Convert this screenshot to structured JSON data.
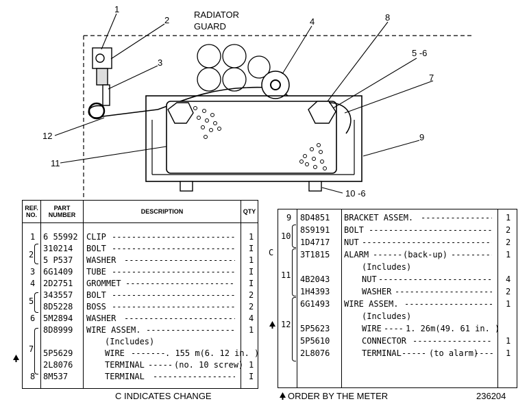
{
  "diagram": {
    "title_line1": "RADIATOR",
    "title_line2": "GUARD",
    "callouts": [
      "1",
      "2",
      "3",
      "4",
      "8",
      "5 -6",
      "7",
      "9",
      "12",
      "11",
      "10 -6"
    ]
  },
  "left_table": {
    "headers": {
      "ref_no": [
        "REF.",
        "NO."
      ],
      "part_number": [
        "PART",
        "NUMBER"
      ],
      "description": "DESCRIPTION",
      "qty": "QTY"
    },
    "rows": [
      {
        "ref": "1",
        "part": "6 55992",
        "desc": "CLIP",
        "qty": "1"
      },
      {
        "ref": "",
        "part": "310214",
        "desc": "BOLT",
        "qty": "I"
      },
      {
        "ref": "2",
        "part": "5 P537",
        "desc": "WASHER",
        "qty": "1"
      },
      {
        "ref": "3",
        "part": "6G1409",
        "desc": "TUBE",
        "qty": "I"
      },
      {
        "ref": "4",
        "part": "2D2751",
        "desc": "GROMMET",
        "qty": "I"
      },
      {
        "ref": "",
        "part": "343557",
        "desc": "BOLT",
        "qty": "2"
      },
      {
        "ref": "5",
        "part": "8D5228",
        "desc": "BOSS",
        "qty": "2"
      },
      {
        "ref": "6",
        "part": "5M2894",
        "desc": "WASHER",
        "qty": "4"
      },
      {
        "ref": "",
        "part": "8D8999",
        "desc": "WIRE ASSEM.",
        "qty": "1"
      },
      {
        "ref": "",
        "part": "",
        "desc": "(Includes)",
        "qty": ""
      },
      {
        "ref": "7",
        "part": "5P5629",
        "desc": "WIRE",
        "desc2": ". 155 m(6. 12 in. )",
        "qty": ""
      },
      {
        "ref": "",
        "part": "2L8076",
        "desc": "TERMINAL",
        "desc2": "(no. 10 screw)",
        "qty": "1"
      },
      {
        "ref": "8",
        "part": "8M537",
        "desc": "TERMINAL",
        "qty": "I"
      }
    ]
  },
  "right_table": {
    "rows": [
      {
        "ref": "9",
        "part": "8D4851",
        "desc": "BRACKET ASSEM.",
        "qty": "1"
      },
      {
        "ref": "",
        "part": "8S9191",
        "desc": "BOLT",
        "qty": "2"
      },
      {
        "ref": "10",
        "part": "1D4717",
        "desc": "NUT",
        "qty": "2"
      },
      {
        "ref": "",
        "part": "3T1815",
        "desc": "ALARM",
        "desc2": "(back-up)",
        "qty": "1"
      },
      {
        "ref": "",
        "part": "",
        "desc": "(Includes)",
        "qty": ""
      },
      {
        "ref": "11",
        "part": "4B2043",
        "desc": "NUT",
        "qty": "4"
      },
      {
        "ref": "",
        "part": "1H4393",
        "desc": "WASHER",
        "qty": "2"
      },
      {
        "ref": "",
        "part": "6G1493",
        "desc": "WIRE ASSEM.",
        "qty": "1"
      },
      {
        "ref": "",
        "part": "",
        "desc": "(Includes)",
        "qty": ""
      },
      {
        "ref": "12",
        "part": "5P5623",
        "desc": "WIRE",
        "desc2": "1. 26m(49. 61 in. )",
        "qty": ""
      },
      {
        "ref": "",
        "part": "5P5610",
        "desc": "CONNECTOR",
        "qty": "1"
      },
      {
        "ref": "",
        "part": "2L8076",
        "desc": "TERMINAL",
        "desc2": "(to alarm)",
        "qty": "1"
      }
    ],
    "change_marker": "C"
  },
  "footer": {
    "change_note": "C INDICATES CHANGE",
    "meter_note": "ORDER BY THE METER",
    "figure_number": "236204"
  },
  "icons": {
    "meter_marker": "triangle-marker-icon"
  }
}
